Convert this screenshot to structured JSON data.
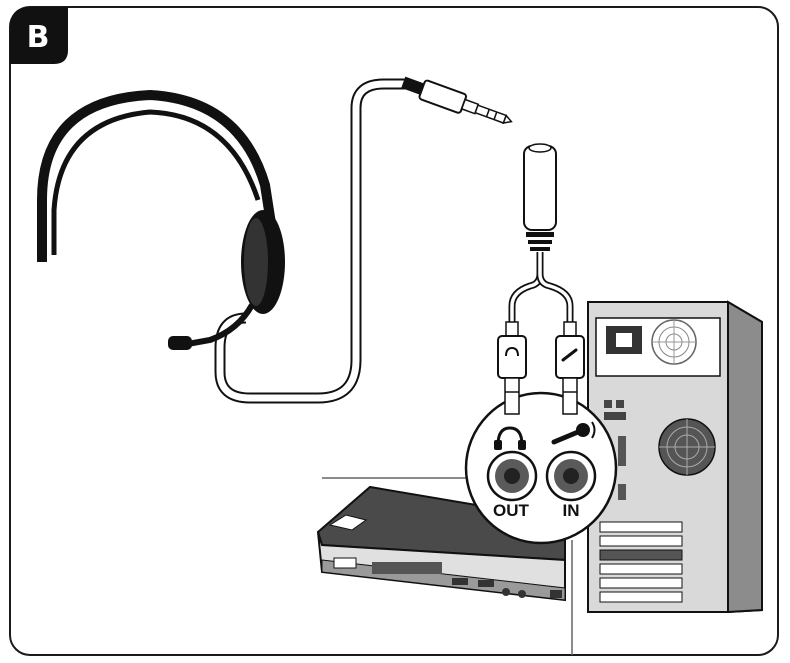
{
  "panel": {
    "badge": "B"
  },
  "jack_labels": {
    "out": "OUT",
    "in": "IN"
  },
  "icons": {
    "headset": "headset-icon",
    "splitter": "y-splitter-cable-icon",
    "headphone_plug": "headphone-symbol-icon",
    "mic_plug": "microphone-symbol-icon",
    "laptop": "laptop-icon",
    "tower": "desktop-tower-icon"
  }
}
